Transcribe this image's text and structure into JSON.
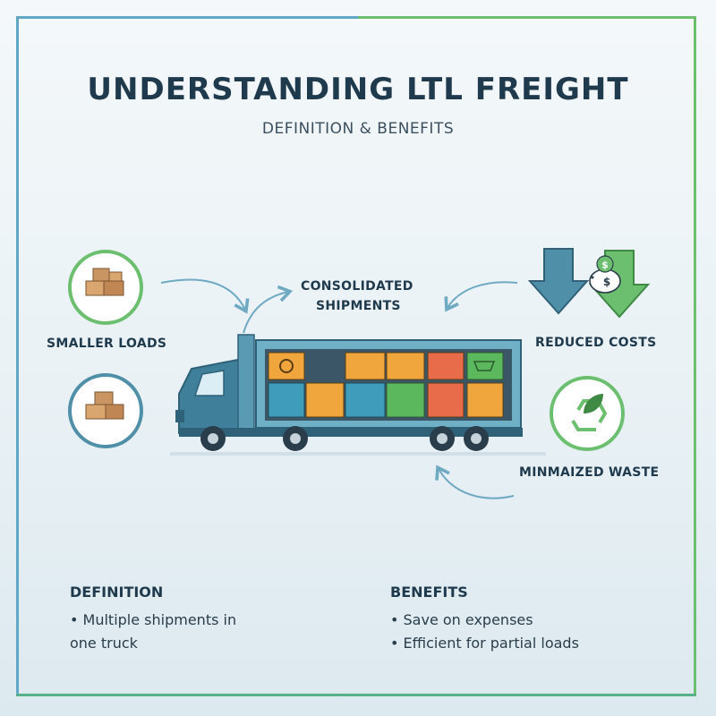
{
  "title": "UNDERSTANDING LTL FREIGHT",
  "subtitle": "DEFINITION & BENEFITS",
  "diagram": {
    "smaller_loads": "SMALLER LOADS",
    "consolidated_line1": "CONSOLIDATED",
    "consolidated_line2": "SHIPMENTS",
    "reduced_costs": "REDUCED COSTS",
    "minimized_waste": "MINMAIZED WASTE",
    "money_symbol": "$"
  },
  "definition": {
    "heading": "DEFINITION",
    "bullets": [
      "• Multiple shipments in",
      "one truck"
    ]
  },
  "benefits": {
    "heading": "BENEFITS",
    "bullets": [
      "• Save on expenses",
      "• Efficient for partial loads"
    ]
  },
  "colors": {
    "navy": "#1f3a4d",
    "teal": "#4f8fa8",
    "green": "#6bbf6f",
    "orange": "#f0a63c",
    "blue_box": "#3f9dbb",
    "red_box": "#e86b4a",
    "green_box": "#5cb85c"
  }
}
